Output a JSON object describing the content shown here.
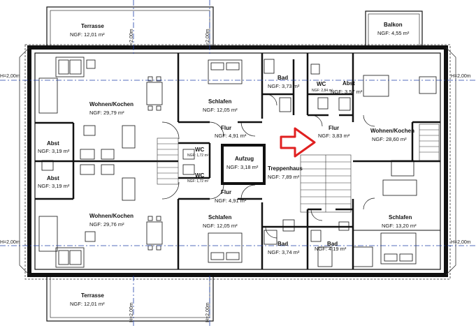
{
  "rooms": [
    {
      "name": "Terrasse",
      "area": "NGF: 12,01 m²"
    },
    {
      "name": "Balkon",
      "area": "NGF: 4,55 m²"
    },
    {
      "name": "Wohnen/Kochen",
      "area": "NGF: 29,79 m²"
    },
    {
      "name": "Schlafen",
      "area": "NGF: 12,05 m²"
    },
    {
      "name": "Bad",
      "area": "NGF: 3,73 m²"
    },
    {
      "name": "WC",
      "area": "NGF: 2,84 m²"
    },
    {
      "name": "Abst",
      "area": "NGF: 3,57 m²"
    },
    {
      "name": "Abst",
      "area": "NGF: 3,19 m²"
    },
    {
      "name": "Flur",
      "area": "NGF: 4,91 m²"
    },
    {
      "name": "Flur",
      "area": "NGF: 3,83 m²"
    },
    {
      "name": "Wohnen/Kochen",
      "area": "NGF: 28,60 m²"
    },
    {
      "name": "WC",
      "area": "NGF: 1,72 m²"
    },
    {
      "name": "Aufzug",
      "area": "NGF: 3,18 m²"
    },
    {
      "name": "Treppenhaus",
      "area": "NGF: 7,89 m²"
    },
    {
      "name": "Abst",
      "area": "NGF: 3,19 m²"
    },
    {
      "name": "WC",
      "area": "NGF: 1,72 m²"
    },
    {
      "name": "Flur",
      "area": "NGF: 4,91 m²"
    },
    {
      "name": "Wohnen/Kochen",
      "area": "NGF: 29,76 m²"
    },
    {
      "name": "Schlafen",
      "area": "NGF: 12,05 m²"
    },
    {
      "name": "Schlafen",
      "area": "NGF: 13,20 m²"
    },
    {
      "name": "Bad",
      "area": "NGF: 3,74 m²"
    },
    {
      "name": "Bad",
      "area": "NGF: 4,19 m²"
    },
    {
      "name": "Terrasse",
      "area": "NGF: 12,01 m²"
    }
  ],
  "height_marks": {
    "h": "H=2,00m"
  },
  "colors": {
    "wall": "#111111",
    "arrow": "#e02020",
    "axis": "#1f3fa8"
  }
}
